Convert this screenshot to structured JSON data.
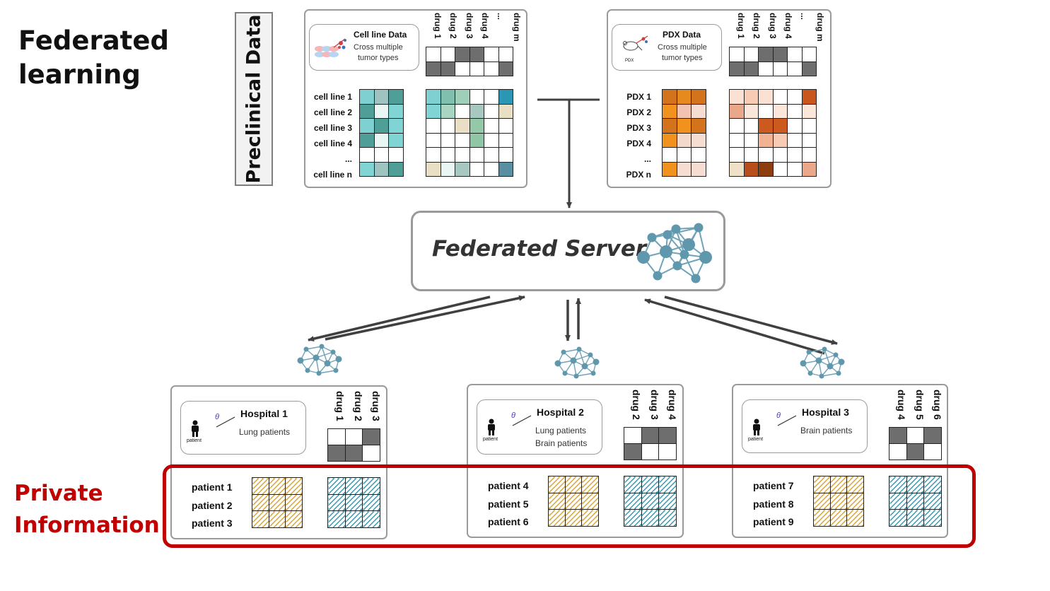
{
  "title": {
    "line1": "Federated",
    "line2": "learning"
  },
  "private_label": {
    "line1": "Private",
    "line2": "Information"
  },
  "preclinical_label": "Preclinical Data",
  "server_label": "Federated Server",
  "colors": {
    "private_border": "#c00000",
    "teal": "#4f9ea6",
    "orange": "#e68a1e",
    "hatch_yellow": "#d9a53a",
    "hatch_blue": "#3a9ab3"
  },
  "cell_line": {
    "title": "Cell line Data",
    "subtitle1": "Cross multiple",
    "subtitle2": "tumor types",
    "drugs": [
      "drug 1",
      "drug 2",
      "drug 3",
      "drug 4",
      "...",
      "drug m"
    ],
    "rows": [
      "cell line 1",
      "cell line 2",
      "cell line 3",
      "cell line 4",
      "...",
      "cell line n"
    ],
    "mask": [
      [
        0,
        0,
        1,
        1,
        0,
        0
      ],
      [
        1,
        1,
        0,
        0,
        0,
        1
      ]
    ],
    "features": [
      [
        "#7fd0d0",
        "#9fc3c0",
        "#4f9e98"
      ],
      [
        "#4f9e98",
        "#e9f6f4",
        "#80d4d4"
      ],
      [
        "#7fd0d0",
        "#4f9e98",
        "#80d4d4"
      ],
      [
        "#4f9e98",
        "#e9f6f4",
        "#80d4d4"
      ],
      [
        "#ffffff",
        "#ffffff",
        "#ffffff"
      ],
      [
        "#80d4d4",
        "#9fc3c0",
        "#4f9e98"
      ]
    ],
    "responses": [
      [
        "#7fd0d0",
        "#80bfae",
        "#9fcfb8",
        "#ffffff",
        "#ffffff",
        "#2c97b5"
      ],
      [
        "#80d4d4",
        "#aad4c2",
        "#ffffff",
        "#a7c8c0",
        "#ffffff",
        "#e8dfc4"
      ],
      [
        "#ffffff",
        "#ffffff",
        "#e8dfc4",
        "#93c9a8",
        "#ffffff",
        "#ffffff"
      ],
      [
        "#ffffff",
        "#ffffff",
        "#ffffff",
        "#8fc6a6",
        "#ffffff",
        "#ffffff"
      ],
      [
        "#ffffff",
        "#ffffff",
        "#ffffff",
        "#ffffff",
        "#ffffff",
        "#ffffff"
      ],
      [
        "#e8dfc4",
        "#e9f6f4",
        "#a7c8c0",
        "#ffffff",
        "#ffffff",
        "#5a8fa2"
      ]
    ]
  },
  "pdx": {
    "title": "PDX Data",
    "subtitle1": "Cross multiple",
    "subtitle2": "tumor types",
    "icon_label": "PDX",
    "drugs": [
      "drug 1",
      "drug 2",
      "drug 3",
      "drug 4",
      "...",
      "drug m"
    ],
    "rows": [
      "PDX 1",
      "PDX 2",
      "PDX 3",
      "PDX 4",
      "...",
      "PDX n"
    ],
    "mask": [
      [
        0,
        0,
        1,
        1,
        0,
        0
      ],
      [
        1,
        1,
        0,
        0,
        0,
        1
      ]
    ],
    "features": [
      [
        "#d3741c",
        "#e68a1e",
        "#d3741c"
      ],
      [
        "#f0921d",
        "#f2c3b0",
        "#f6ddd2"
      ],
      [
        "#d3741c",
        "#f0921d",
        "#d3741c"
      ],
      [
        "#f0921d",
        "#f2d9cc",
        "#f6ddd2"
      ],
      [
        "#ffffff",
        "#ffffff",
        "#ffffff"
      ],
      [
        "#f0921d",
        "#f6ddd2",
        "#f6ddd2"
      ]
    ],
    "responses": [
      [
        "#fbe0d4",
        "#f8cbb5",
        "#fbe0d4",
        "#ffffff",
        "#ffffff",
        "#c9561c"
      ],
      [
        "#eba78a",
        "#fbe6dc",
        "#ffffff",
        "#fbe6dc",
        "#ffffff",
        "#fbe6dc"
      ],
      [
        "#ffffff",
        "#ffffff",
        "#cc5a1e",
        "#cc5a1e",
        "#ffffff",
        "#ffffff"
      ],
      [
        "#ffffff",
        "#ffffff",
        "#f2b395",
        "#f8cbb5",
        "#ffffff",
        "#ffffff"
      ],
      [
        "#ffffff",
        "#ffffff",
        "#ffffff",
        "#ffffff",
        "#ffffff",
        "#ffffff"
      ],
      [
        "#efe0c8",
        "#b84e1c",
        "#8e3d10",
        "#ffffff",
        "#ffffff",
        "#eba78a"
      ]
    ]
  },
  "hospitals": [
    {
      "title": "Hospital 1",
      "subtitle": [
        "Lung patients"
      ],
      "icon_label": "patient",
      "theta": "θ",
      "drugs": [
        "drug 1",
        "drug 2",
        "drug 3"
      ],
      "mask": [
        [
          0,
          0,
          1
        ],
        [
          1,
          1,
          0
        ]
      ],
      "patients": [
        "patient 1",
        "patient 2",
        "patient 3"
      ]
    },
    {
      "title": "Hospital 2",
      "subtitle": [
        "Lung patients",
        "Brain patients"
      ],
      "icon_label": "patient",
      "theta": "θ",
      "drugs": [
        "drug 2",
        "drug 3",
        "drug 4"
      ],
      "mask": [
        [
          0,
          1,
          1
        ],
        [
          1,
          0,
          0
        ]
      ],
      "patients": [
        "patient 4",
        "patient 5",
        "patient 6"
      ]
    },
    {
      "title": "Hospital 3",
      "subtitle": [
        "Brain patients"
      ],
      "icon_label": "patient",
      "theta": "θ",
      "drugs": [
        "drug 4",
        "drug 5",
        "drug 6"
      ],
      "mask": [
        [
          1,
          0,
          1
        ],
        [
          0,
          1,
          0
        ]
      ],
      "patients": [
        "patient 7",
        "patient 8",
        "patient 9"
      ]
    }
  ]
}
